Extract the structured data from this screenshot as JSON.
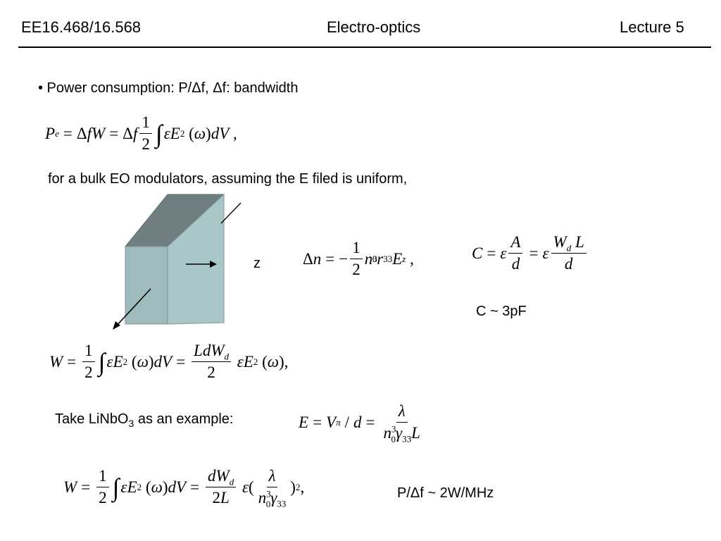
{
  "header": {
    "left": "EE16.468/16.568",
    "center": "Electro-optics",
    "right": "Lecture 5"
  },
  "bullet": "• Power consumption: P/Δf, Δf: bandwidth",
  "bulk_note": "for a bulk EO modulators, assuming the E filed is uniform,",
  "z_label": "z",
  "capacitance_value": "C ~ 3pF",
  "example_prefix": "Take LiNbO",
  "example_sub": "3",
  "example_suffix": " as an example:",
  "result": "P/Δf ~ 2W/MHz",
  "colors": {
    "crystal_front": "#9fbbbd",
    "crystal_top": "#6f7f81",
    "crystal_side": "#a9c7c9",
    "crystal_edge": "#7f9799"
  }
}
